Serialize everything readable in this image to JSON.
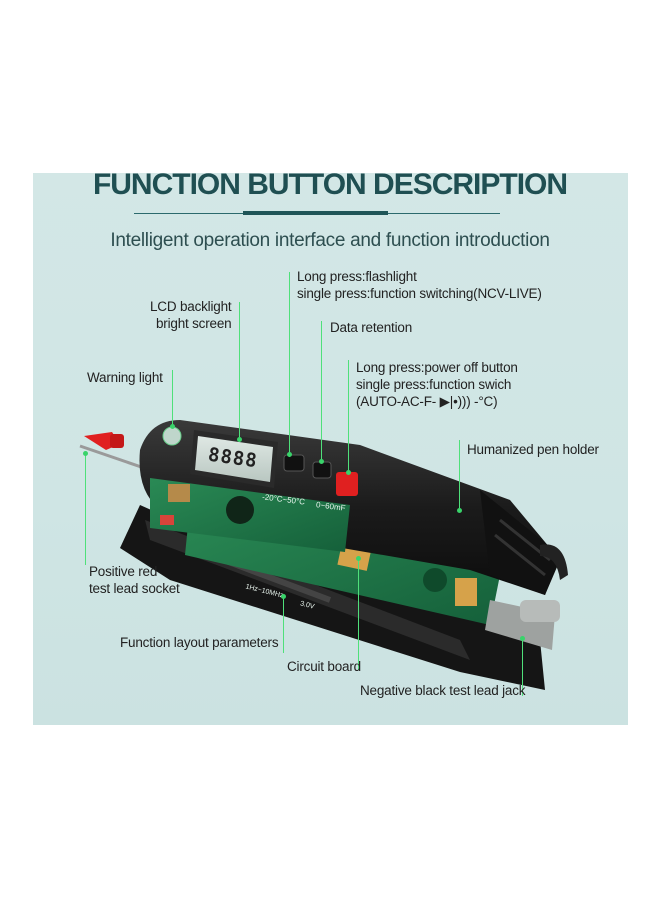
{
  "header": {
    "title": "FUNCTION BUTTON DESCRIPTION",
    "subtitle": "Intelligent operation interface and function introduction"
  },
  "callouts": {
    "flashlight": {
      "line1": "Long press:flashlight",
      "line2": "single press:function switching(NCV-LIVE)"
    },
    "lcd": {
      "line1": "LCD backlight",
      "line2": "bright screen"
    },
    "data_retention": {
      "line1": "Data retention"
    },
    "power": {
      "line1": "Long press:power off button",
      "line2": "single press:function swich",
      "line3": "(AUTO-AC-F- ▶|•)))  -°C)"
    },
    "warning_light": {
      "line1": "Warning light"
    },
    "pen_holder": {
      "line1": "Humanized pen holder"
    },
    "positive_socket": {
      "line1": "Positive red",
      "line2": "test lead socket"
    },
    "layout_params": {
      "line1": "Function layout parameters"
    },
    "circuit_board": {
      "line1": "Circuit board"
    },
    "negative_jack": {
      "line1": "Negative black test lead jack"
    }
  },
  "device": {
    "lcd_readout": "8888",
    "board_labels": {
      "temp_range": "-20°C~50°C",
      "cap_range": "0~60mF",
      "freq_range": "1Hz~10MHz",
      "voltage": "3.0V"
    }
  },
  "colors": {
    "title": "#1f4f52",
    "panel_background": "#d0e6e5",
    "leader_line": "#4fe07a",
    "pcb": "#1f7a4a",
    "body": "#1e1e1e",
    "accent_red": "#e02020"
  }
}
